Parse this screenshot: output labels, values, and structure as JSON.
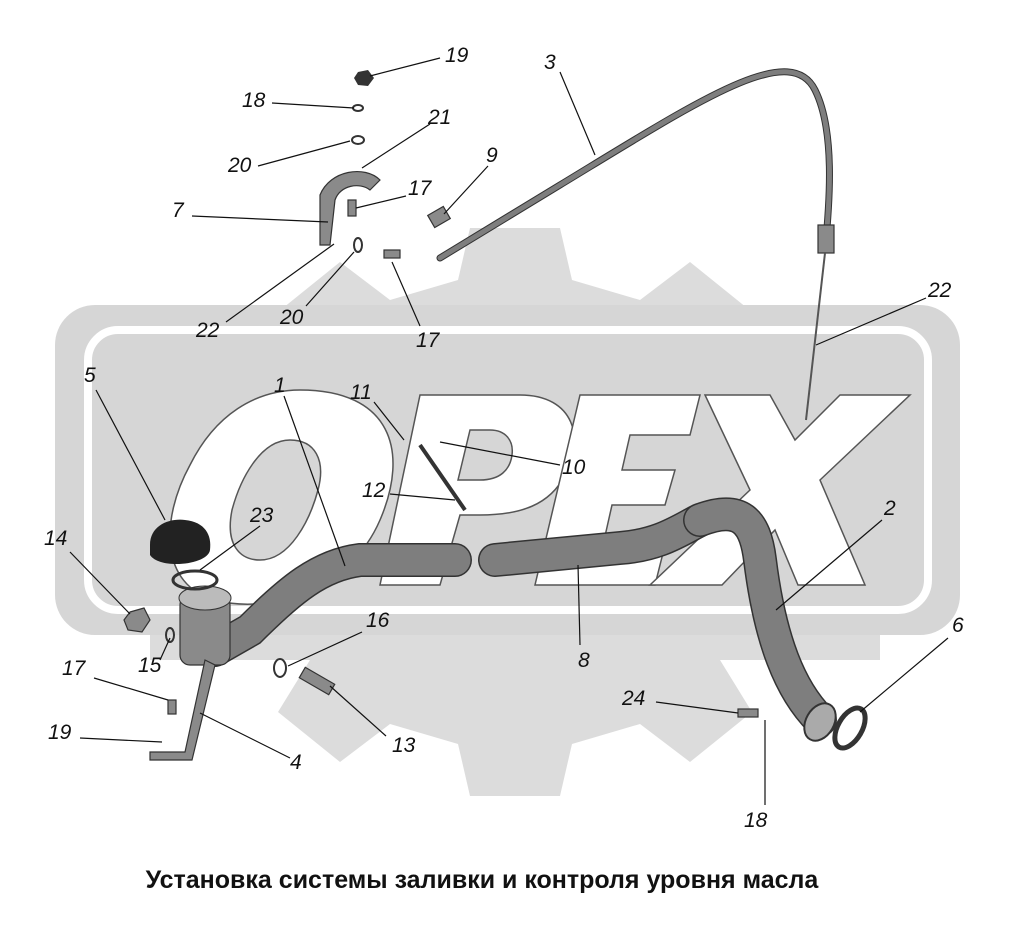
{
  "caption": "Установка системы заливки и контроля уровня масла",
  "watermark_logo": "OPEX",
  "callouts": [
    "19",
    "18",
    "20",
    "21",
    "7",
    "17",
    "9",
    "3",
    "22",
    "20",
    "17",
    "22",
    "5",
    "1",
    "11",
    "10",
    "12",
    "23",
    "2",
    "14",
    "16",
    "6",
    "15",
    "8",
    "17",
    "24",
    "13",
    "19",
    "4",
    "18"
  ],
  "colors": {
    "watermark": "#d9d9d9",
    "part": "#8a8a8a",
    "line": "#111111"
  }
}
